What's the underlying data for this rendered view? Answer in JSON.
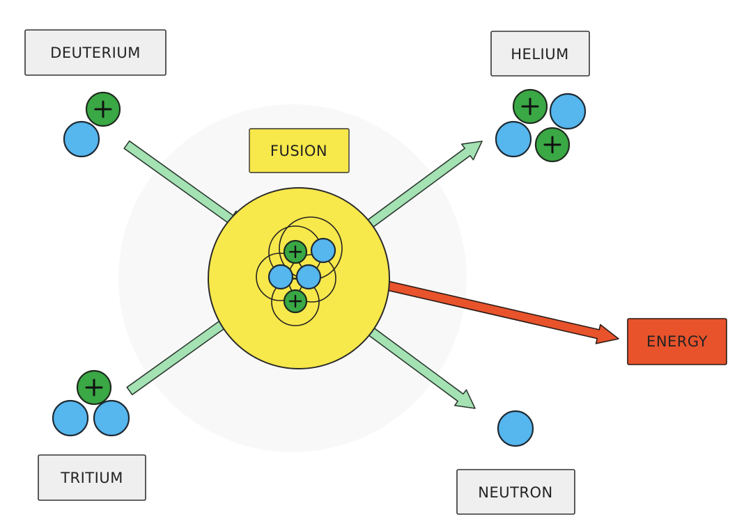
{
  "labels": {
    "deuterium": "DEUTERIUM",
    "tritium": "TRITIUM",
    "fusion": "FUSION",
    "helium": "HELIUM",
    "energy": "ENERGY",
    "neutron": "NEUTRON"
  },
  "colors": {
    "proton": "#3aa845",
    "neutron": "#56b6ee",
    "fusion": "#f7e84b",
    "energy": "#e8532b",
    "arrow": "#a4e2b4",
    "label_box": "#efefef"
  }
}
